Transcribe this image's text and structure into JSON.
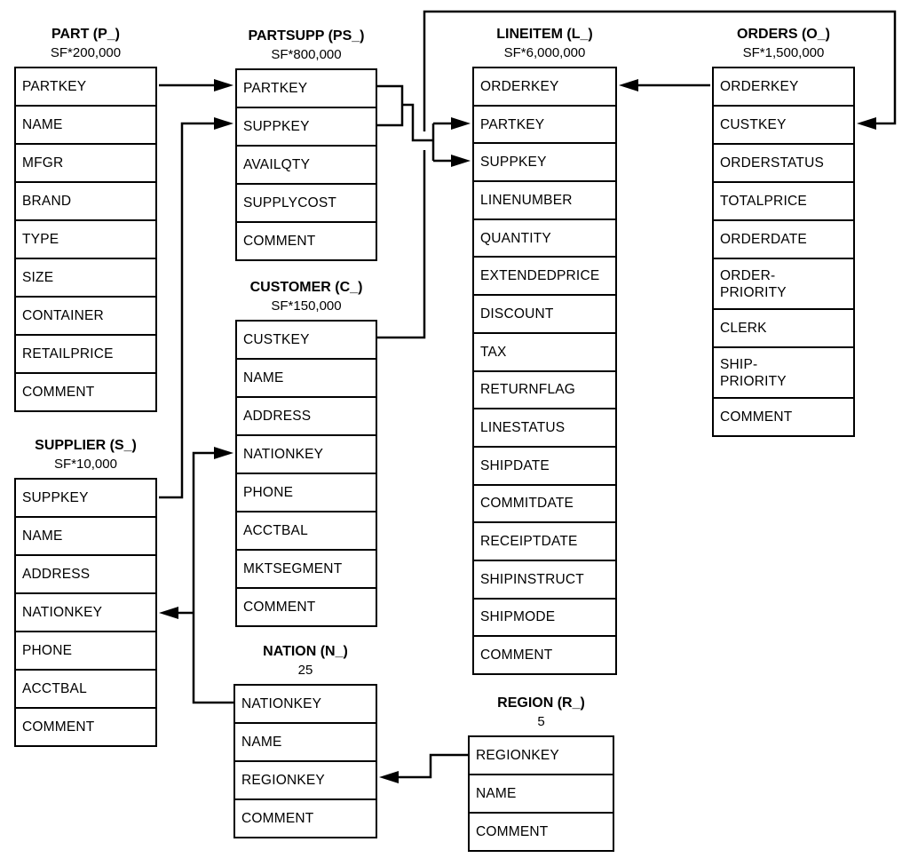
{
  "tables": {
    "part": {
      "title": "PART (P_)",
      "cardinality": "SF*200,000",
      "columns": [
        "PARTKEY",
        "NAME",
        "MFGR",
        "BRAND",
        "TYPE",
        "SIZE",
        "CONTAINER",
        "RETAILPRICE",
        "COMMENT"
      ]
    },
    "partsupp": {
      "title": "PARTSUPP (PS_)",
      "cardinality": "SF*800,000",
      "columns": [
        "PARTKEY",
        "SUPPKEY",
        "AVAILQTY",
        "SUPPLYCOST",
        "COMMENT"
      ]
    },
    "lineitem": {
      "title": "LINEITEM (L_)",
      "cardinality": "SF*6,000,000",
      "columns": [
        "ORDERKEY",
        "PARTKEY",
        "SUPPKEY",
        "LINENUMBER",
        "QUANTITY",
        "EXTENDEDPRICE",
        "DISCOUNT",
        "TAX",
        "RETURNFLAG",
        "LINESTATUS",
        "SHIPDATE",
        "COMMITDATE",
        "RECEIPTDATE",
        "SHIPINSTRUCT",
        "SHIPMODE",
        "COMMENT"
      ]
    },
    "orders": {
      "title": "ORDERS (O_)",
      "cardinality": "SF*1,500,000",
      "columns": [
        "ORDERKEY",
        "CUSTKEY",
        "ORDERSTATUS",
        "TOTALPRICE",
        "ORDERDATE",
        "ORDER-\nPRIORITY",
        "CLERK",
        "SHIP-\nPRIORITY",
        "COMMENT"
      ]
    },
    "customer": {
      "title": "CUSTOMER (C_)",
      "cardinality": "SF*150,000",
      "columns": [
        "CUSTKEY",
        "NAME",
        "ADDRESS",
        "NATIONKEY",
        "PHONE",
        "ACCTBAL",
        "MKTSEGMENT",
        "COMMENT"
      ]
    },
    "supplier": {
      "title": "SUPPLIER (S_)",
      "cardinality": "SF*10,000",
      "columns": [
        "SUPPKEY",
        "NAME",
        "ADDRESS",
        "NATIONKEY",
        "PHONE",
        "ACCTBAL",
        "COMMENT"
      ]
    },
    "nation": {
      "title": "NATION (N_)",
      "cardinality": "25",
      "columns": [
        "NATIONKEY",
        "NAME",
        "REGIONKEY",
        "COMMENT"
      ]
    },
    "region": {
      "title": "REGION (R_)",
      "cardinality": "5",
      "columns": [
        "REGIONKEY",
        "NAME",
        "COMMENT"
      ]
    }
  },
  "relationships": [
    {
      "from": "PART.PARTKEY",
      "to": "PARTSUPP.PARTKEY"
    },
    {
      "from": "SUPPLIER.SUPPKEY",
      "to": "PARTSUPP.SUPPKEY"
    },
    {
      "from": "PARTSUPP.PARTKEY",
      "to": "LINEITEM.PARTKEY"
    },
    {
      "from": "PARTSUPP.SUPPKEY",
      "to": "LINEITEM.SUPPKEY"
    },
    {
      "from": "ORDERS.ORDERKEY",
      "to": "LINEITEM.ORDERKEY"
    },
    {
      "from": "CUSTOMER.CUSTKEY",
      "to": "ORDERS.CUSTKEY"
    },
    {
      "from": "NATION.NATIONKEY",
      "to": "CUSTOMER.NATIONKEY"
    },
    {
      "from": "NATION.NATIONKEY",
      "to": "SUPPLIER.NATIONKEY"
    },
    {
      "from": "REGION.REGIONKEY",
      "to": "NATION.REGIONKEY"
    }
  ],
  "colors": {
    "line": "#000000",
    "background": "#ffffff",
    "text": "#000000"
  }
}
